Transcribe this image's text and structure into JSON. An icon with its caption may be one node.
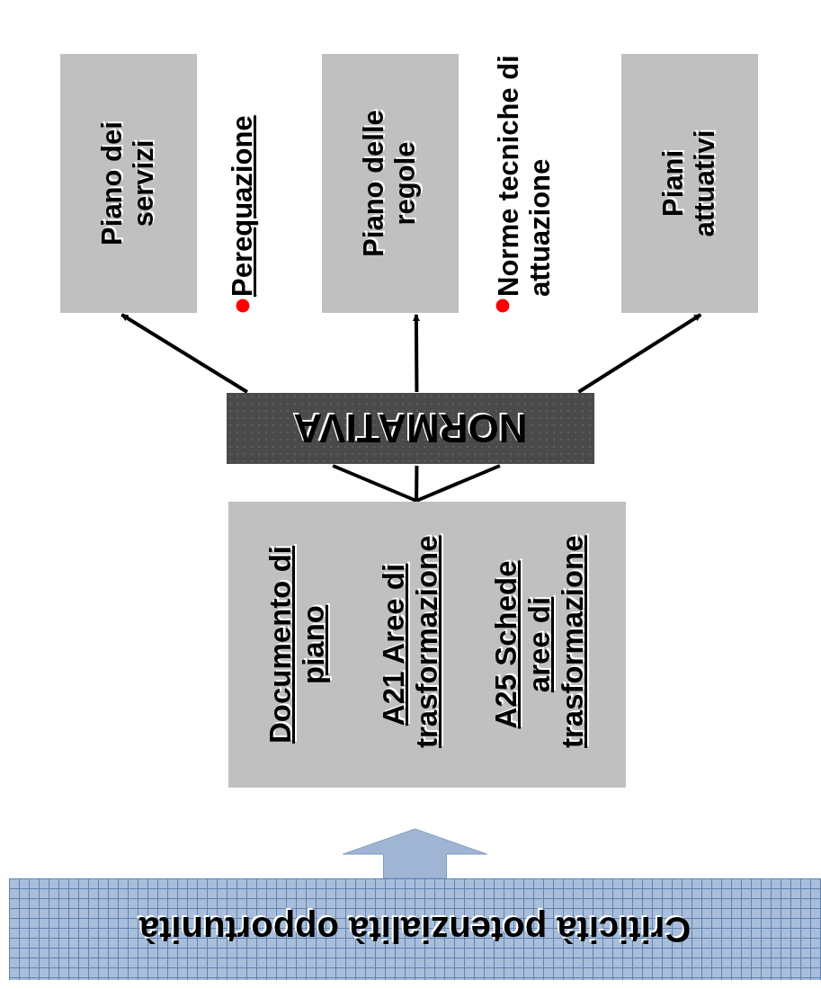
{
  "diagram": {
    "nodes": [
      {
        "text": [
          "Piano dei servizi"
        ]
      },
      {
        "text": [
          "Perequazione"
        ]
      },
      {
        "text": [
          "Piano delle regole"
        ]
      },
      {
        "text": [
          "Norme tecniche di attuazione"
        ]
      },
      {
        "text": [
          "Piani attuativi"
        ]
      },
      {
        "text": [
          "NORMATIVA"
        ]
      },
      {
        "text": [
          "Documento di piano",
          "A21 Aree di trasformazione",
          "A25 Schede aree di trasformazione"
        ]
      },
      {
        "text": [
          "Criticità potenzialità opportunità"
        ]
      }
    ],
    "edges": [
      {
        "from": 5,
        "to": 0,
        "arrow": "to"
      },
      {
        "from": 5,
        "to": 2,
        "arrow": "to"
      },
      {
        "from": 5,
        "to": 4,
        "arrow": "to"
      },
      {
        "from": 6,
        "to": 5,
        "arrow": "none"
      },
      {
        "from": 6,
        "to": 5,
        "arrow": "none"
      },
      {
        "from": 6,
        "to": 5,
        "arrow": "none"
      },
      {
        "from": 7,
        "to": 6,
        "arrow": "to",
        "style": "thick",
        "color": "#9fb5d3"
      }
    ]
  }
}
